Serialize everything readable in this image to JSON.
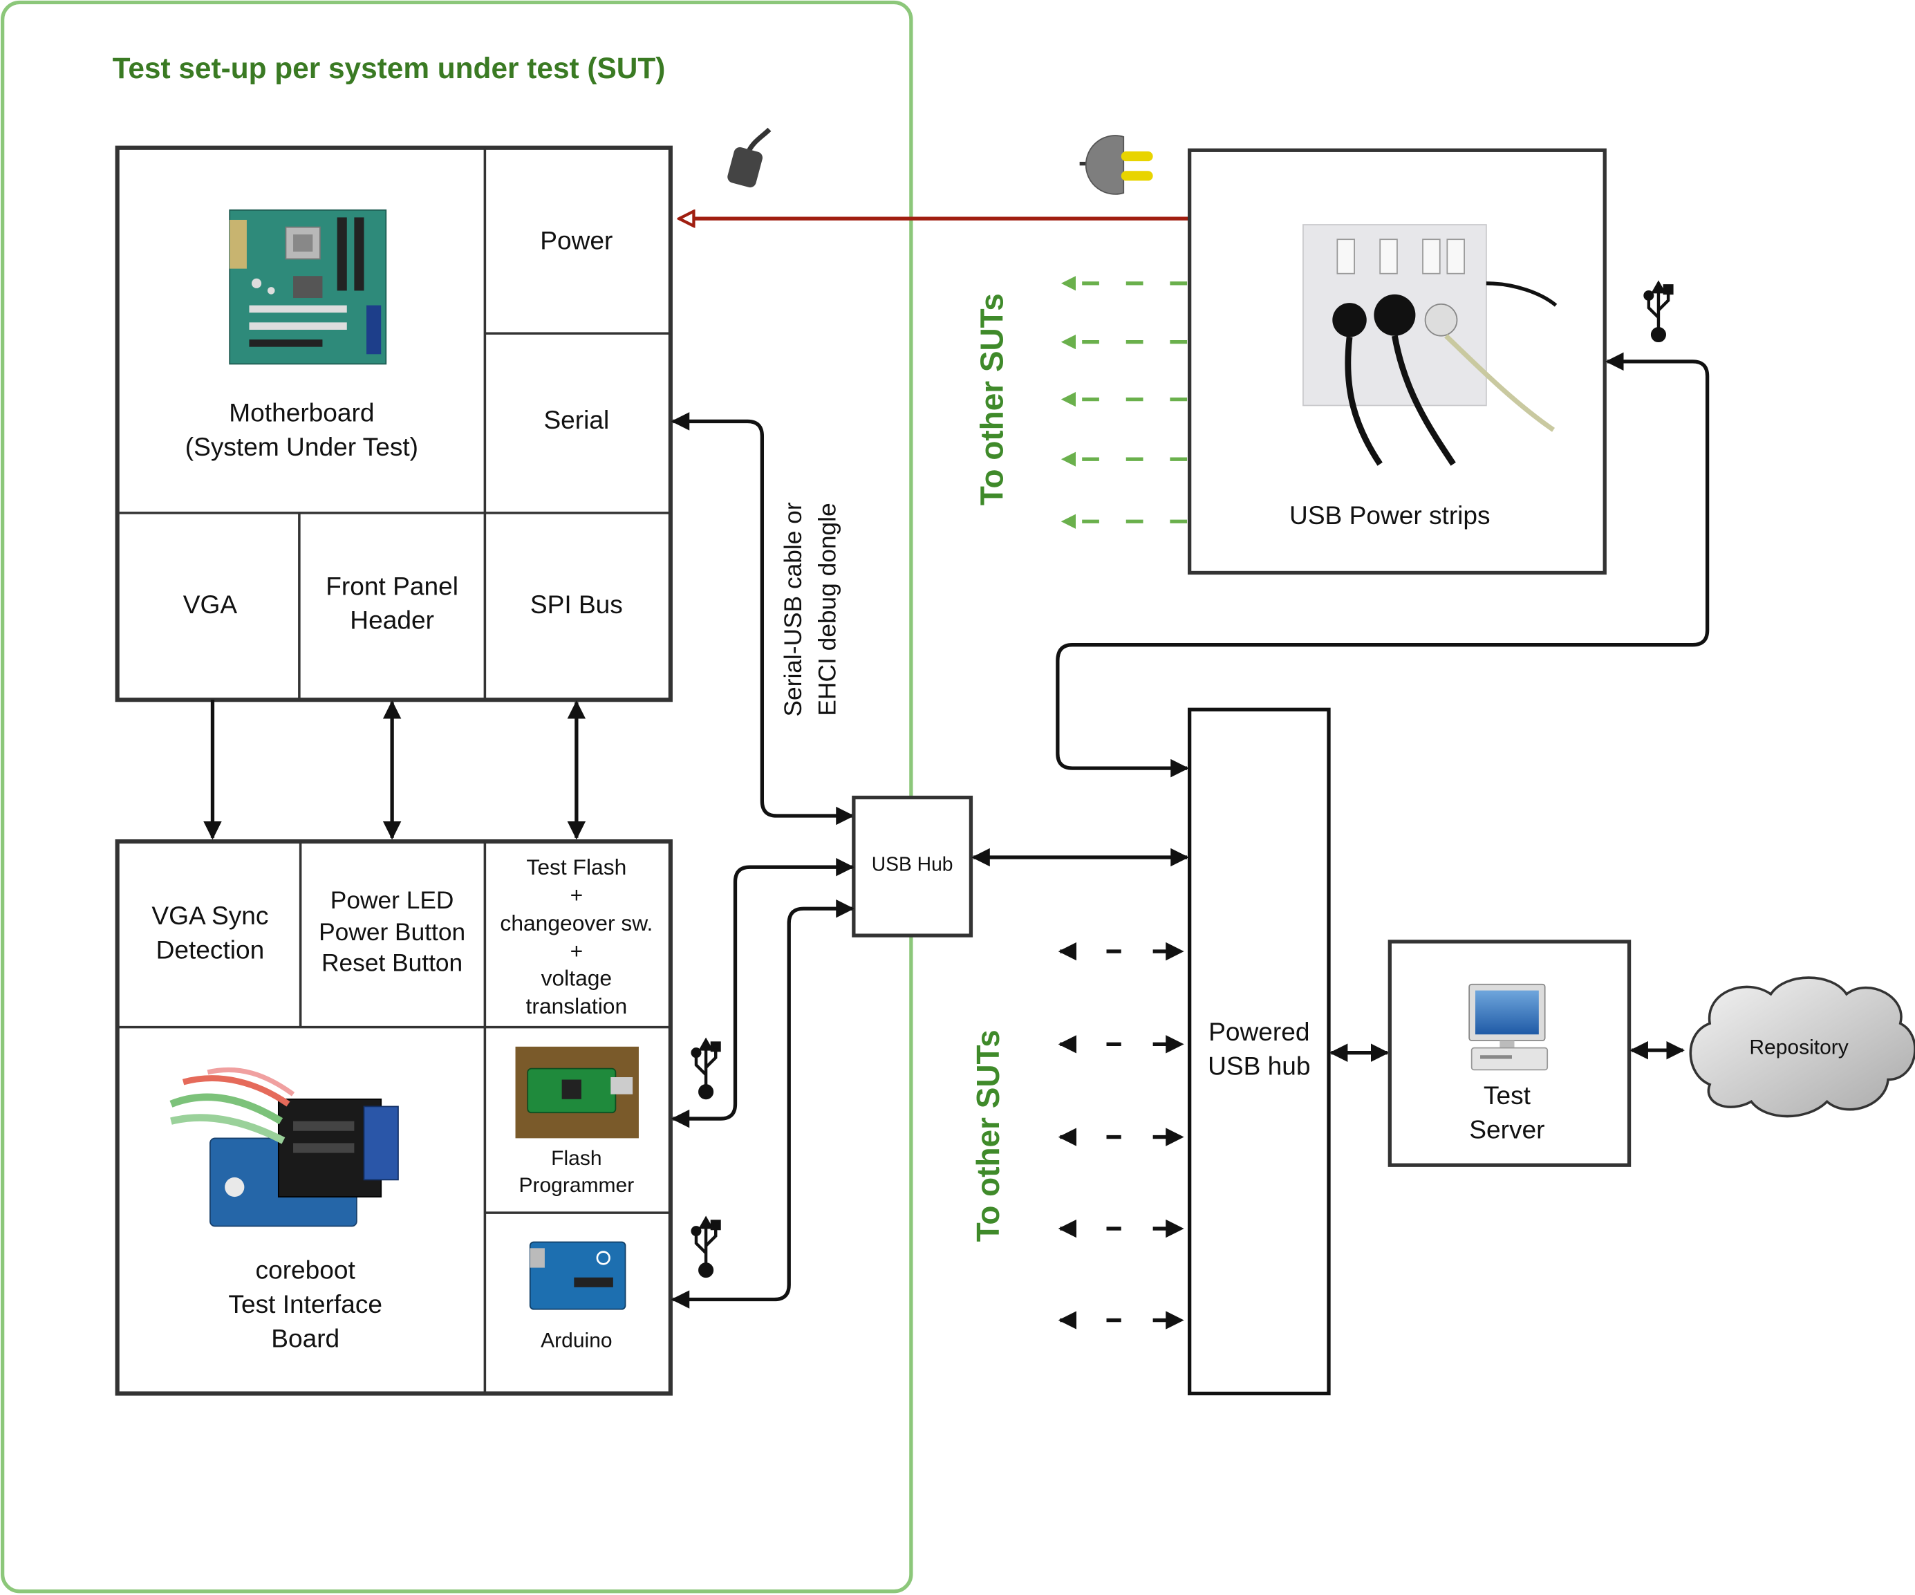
{
  "sut_group": {
    "title": "Test set-up per system under test (SUT)"
  },
  "motherboard": {
    "name_line1": "Motherboard",
    "name_line2": "(System Under Test)",
    "power": "Power",
    "serial": "Serial",
    "vga": "VGA",
    "front_panel_line1": "Front Panel",
    "front_panel_line2": "Header",
    "spi_bus": "SPI Bus"
  },
  "test_interface": {
    "vga_sync_line1": "VGA Sync",
    "vga_sync_line2": "Detection",
    "power_led_line1": "Power LED",
    "power_led_line2": "Power Button",
    "power_led_line3": "Reset Button",
    "test_flash_line1": "Test Flash",
    "test_flash_line2": "+",
    "test_flash_line3": "changeover sw.",
    "test_flash_line4": "+",
    "test_flash_line5": "voltage",
    "test_flash_line6": "translation",
    "flash_prog_line1": "Flash",
    "flash_prog_line2": "Programmer",
    "arduino": "Arduino",
    "board_line1": "coreboot",
    "board_line2": "Test Interface",
    "board_line3": "Board"
  },
  "usb_hub": "USB Hub",
  "serial_cable_line1": "Serial-USB cable or",
  "serial_cable_line2": "EHCI debug dongle",
  "usb_power_strips": "USB Power strips",
  "to_other_suts": "To other SUTs",
  "powered_usb_hub_line1": "Powered",
  "powered_usb_hub_line2": "USB hub",
  "test_server_line1": "Test",
  "test_server_line2": "Server",
  "repository": "Repository",
  "colors": {
    "group_border": "#8cc77a",
    "group_title": "#3a7a23",
    "power_line": "#a01e10",
    "dashed_green": "#6ab04c",
    "other_suts_text": "#3f8a2a"
  }
}
